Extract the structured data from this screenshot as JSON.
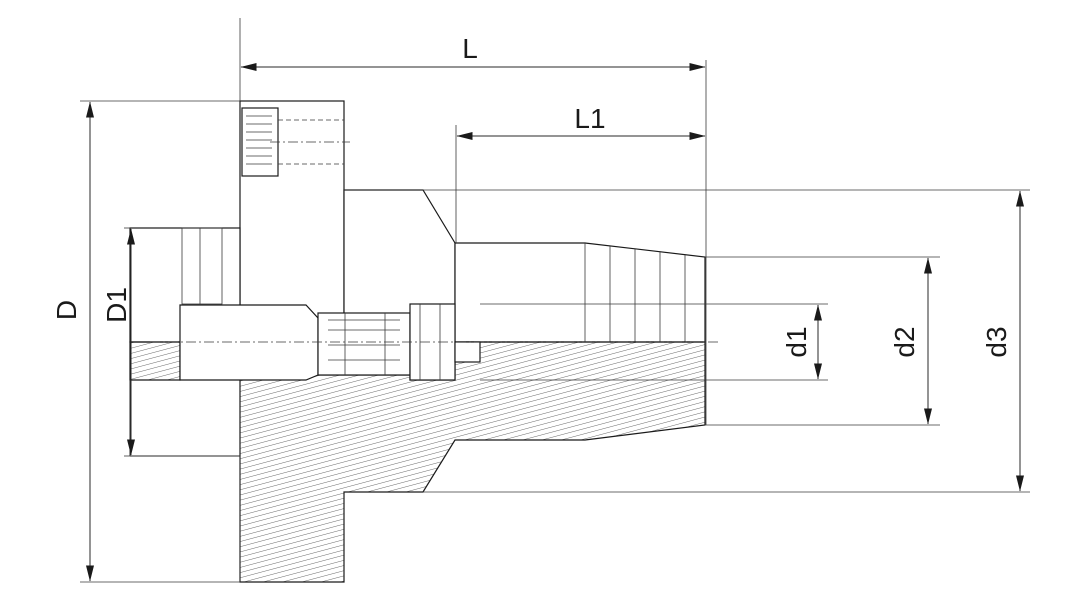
{
  "labels": {
    "L": "L",
    "L1": "L1",
    "D": "D",
    "D1": "D1",
    "d1": "d1",
    "d2": "d2",
    "d3": "d3"
  }
}
